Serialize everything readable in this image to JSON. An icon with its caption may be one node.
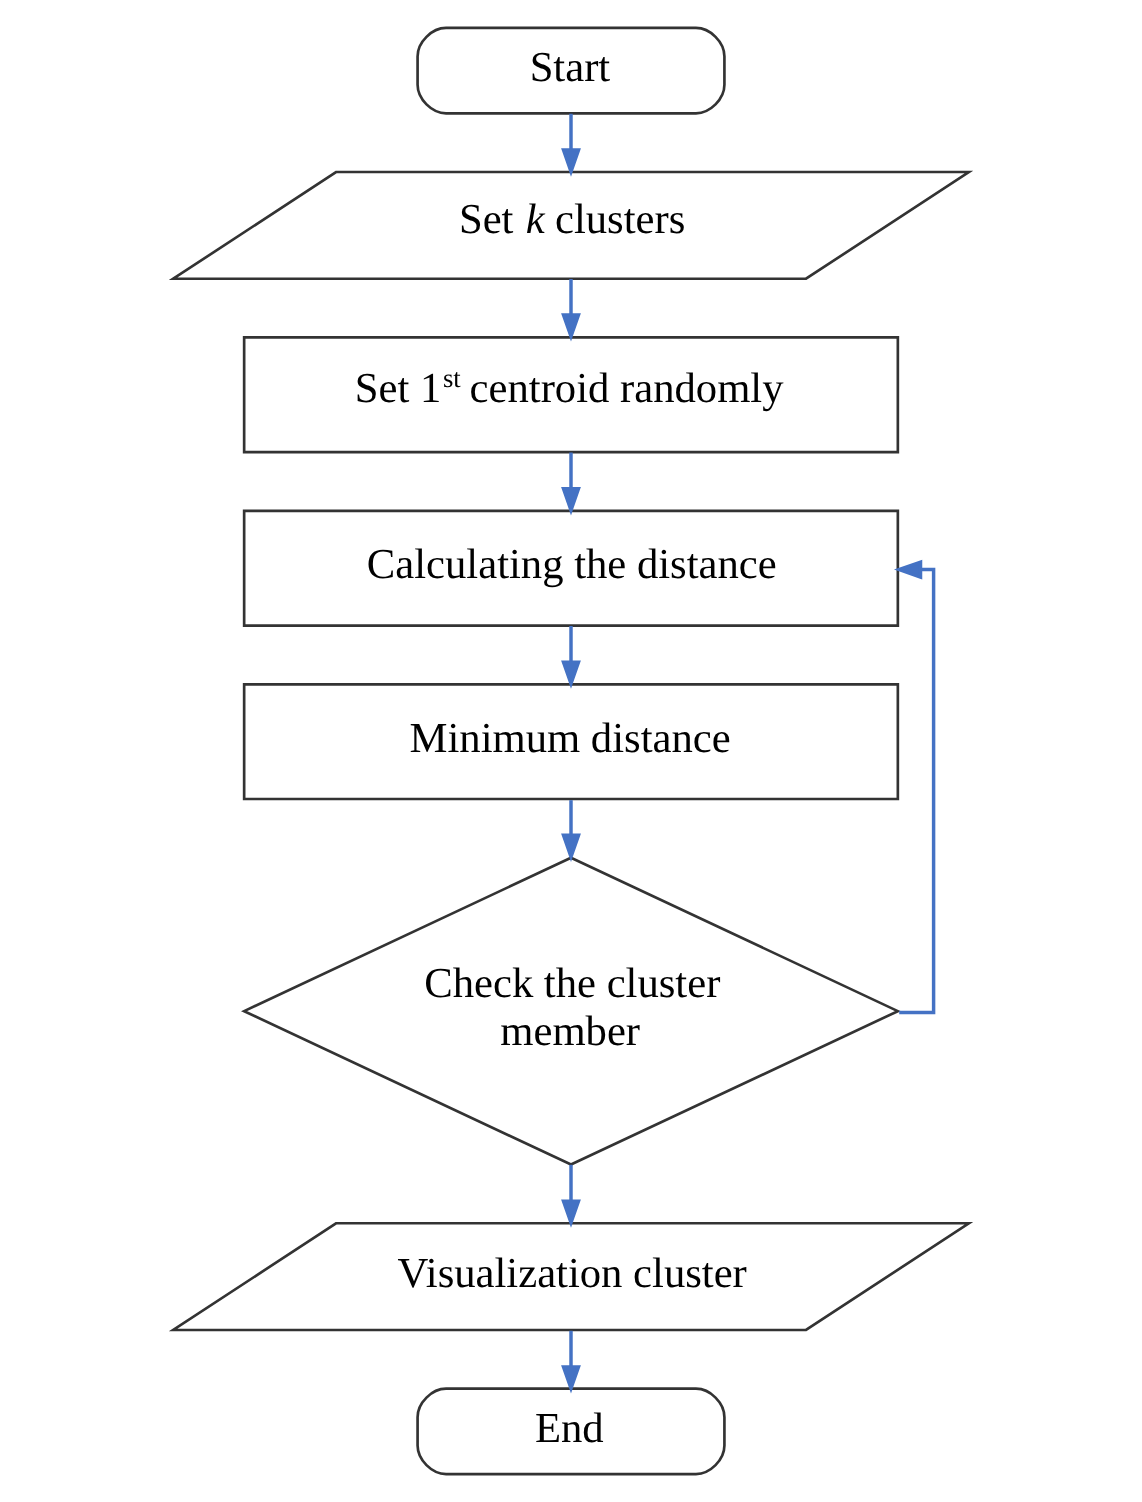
{
  "diagram": {
    "nodes": [
      {
        "text": [
          "Start"
        ]
      },
      {
        "text": [
          "Set *k* clusters"
        ]
      },
      {
        "text": [
          "Set 1$^{st}$ centroid randomly"
        ]
      },
      {
        "text": [
          "Calculating the distance"
        ]
      },
      {
        "text": [
          "Minimum distance"
        ]
      },
      {
        "text": [
          "Check the cluster member"
        ]
      },
      {
        "text": [
          "Visualization cluster"
        ]
      },
      {
        "text": [
          "End"
        ]
      }
    ],
    "edges": [
      {
        "from": 0,
        "to": 1,
        "arrow": "to"
      },
      {
        "from": 1,
        "to": 2,
        "arrow": "to"
      },
      {
        "from": 2,
        "to": 3,
        "arrow": "to"
      },
      {
        "from": 3,
        "to": 4,
        "arrow": "to"
      },
      {
        "from": 4,
        "to": 5,
        "arrow": "to"
      },
      {
        "from": 5,
        "to": 3,
        "arrow": "to"
      },
      {
        "from": 5,
        "to": 6,
        "arrow": "to"
      },
      {
        "from": 6,
        "to": 7,
        "arrow": "to"
      }
    ]
  }
}
